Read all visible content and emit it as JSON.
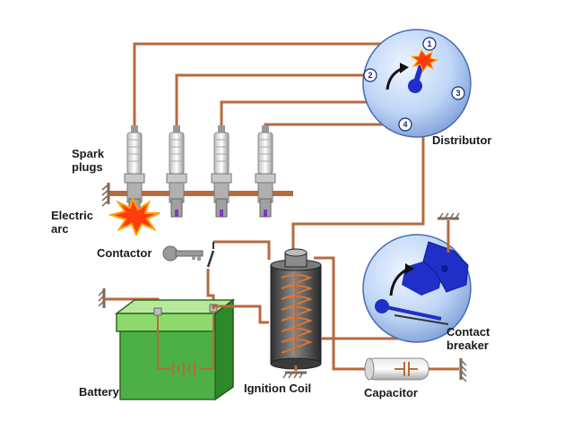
{
  "labels": {
    "spark_plugs_line1": "Spark",
    "spark_plugs_line2": "plugs",
    "electric_arc_line1": "Electric",
    "electric_arc_line2": "arc",
    "distributor": "Distributor",
    "contactor": "Contactor",
    "battery": "Battery",
    "ignition_coil": "Ignition Coil",
    "capacitor": "Capacitor",
    "contact_breaker_line1": "Contact",
    "contact_breaker_line2": "breaker"
  },
  "distributor_terminals": [
    "1",
    "2",
    "3",
    "4"
  ],
  "colors": {
    "wire": "#b86a3c",
    "ground": "#8a7a6a",
    "disc_fill": "#c8dcf8",
    "rotor": "#1f2fc8",
    "battery_top": "#9ee08a",
    "battery_side": "#3fa038",
    "spark": "#ff3b10",
    "coil_body": "#4a4a4a"
  }
}
